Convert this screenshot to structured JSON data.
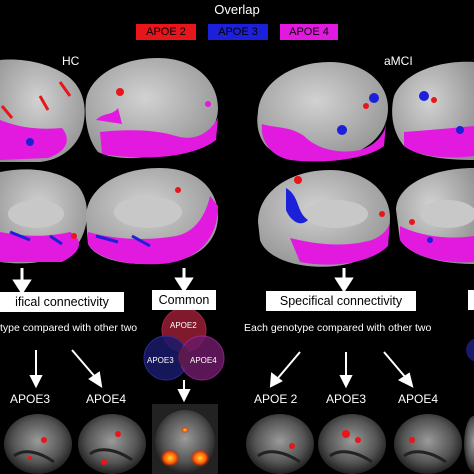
{
  "header": {
    "title": "Overlap"
  },
  "legend": [
    {
      "label": "APOE 2",
      "color": "#e8161b"
    },
    {
      "label": "APOE 3",
      "color": "#1c20d8"
    },
    {
      "label": "APOE 4",
      "color": "#e21ae0"
    }
  ],
  "groups": {
    "left": "HC",
    "right": "aMCI"
  },
  "boxes": {
    "left_specifical": "ifical connectivity",
    "common": "Common",
    "right_specifical": "Specifical connectivity"
  },
  "captions": {
    "left": "type compared with other two",
    "right": "Each genotype compared with other two"
  },
  "venn": {
    "a": "APOE2",
    "b": "APOE3",
    "c": "APOE4"
  },
  "scan_labels": {
    "left_1": "APOE3",
    "left_2": "APOE4",
    "right_1": "APOE 2",
    "right_2": "APOE3",
    "right_3": "APOE4"
  },
  "colors": {
    "red": "#e8161b",
    "blue": "#1c20d8",
    "magenta": "#e21ae0",
    "brain": "#b7b7b7"
  }
}
